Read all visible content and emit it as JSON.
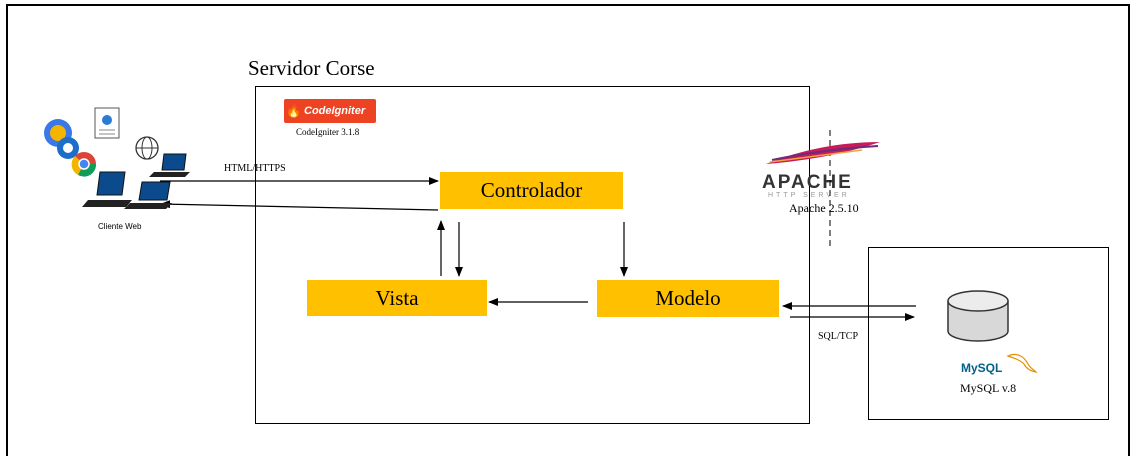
{
  "server_title": "Servidor Corse",
  "codeigniter": {
    "logo_text": "CodeIgniter",
    "version_label": "CodeIgniter 3.1.8"
  },
  "apache": {
    "logo_text": "APACHE",
    "logo_subtext": "HTTP SERVER",
    "version_label": "Apache 2.5.10"
  },
  "client": {
    "label": "Cliente Web"
  },
  "protocol_client": "HTML/HTTPS",
  "protocol_db": "SQL/TCP",
  "nodes": {
    "controller": "Controlador",
    "view": "Vista",
    "model": "Modelo"
  },
  "mysql": {
    "logo_text": "MySQL",
    "version_label": "MySQL v.8"
  },
  "colors": {
    "node_fill": "#ffc000",
    "codeigniter_red": "#ee4323",
    "mysql_blue": "#00618a",
    "mysql_orange": "#e48e00"
  }
}
